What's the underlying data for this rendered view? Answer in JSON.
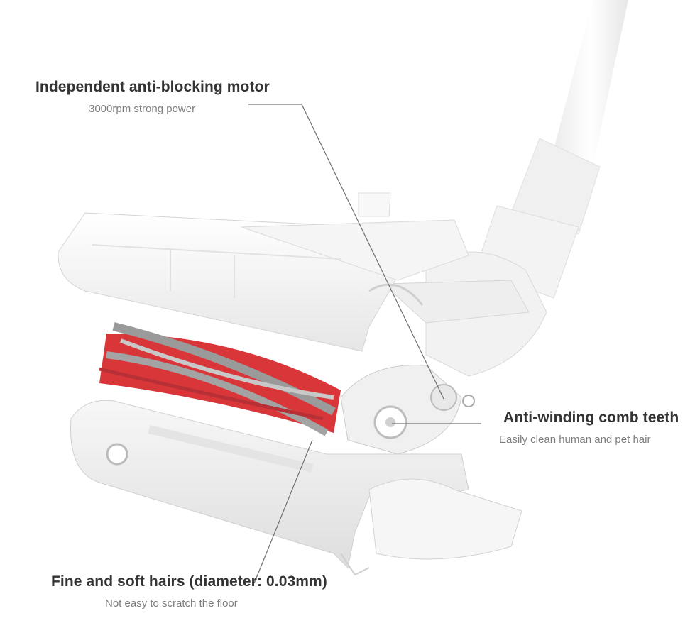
{
  "callouts": {
    "motor": {
      "title": "Independent anti-blocking motor",
      "subtitle": "3000rpm strong power"
    },
    "comb": {
      "title": "Anti-winding comb teeth",
      "subtitle": "Easily clean human and pet hair"
    },
    "hairs": {
      "title": "Fine and soft hairs (diameter: 0.03mm)",
      "subtitle": "Not easy to scratch the floor"
    }
  },
  "colors": {
    "body_white": "#f4f4f4",
    "body_shadow": "#dcdcdc",
    "bristle_red": "#d9363a",
    "bristle_gray": "#9a9a9a",
    "leader_line": "#6f6f6f",
    "title_text": "#333333",
    "subtitle_text": "#7d7d7d"
  }
}
